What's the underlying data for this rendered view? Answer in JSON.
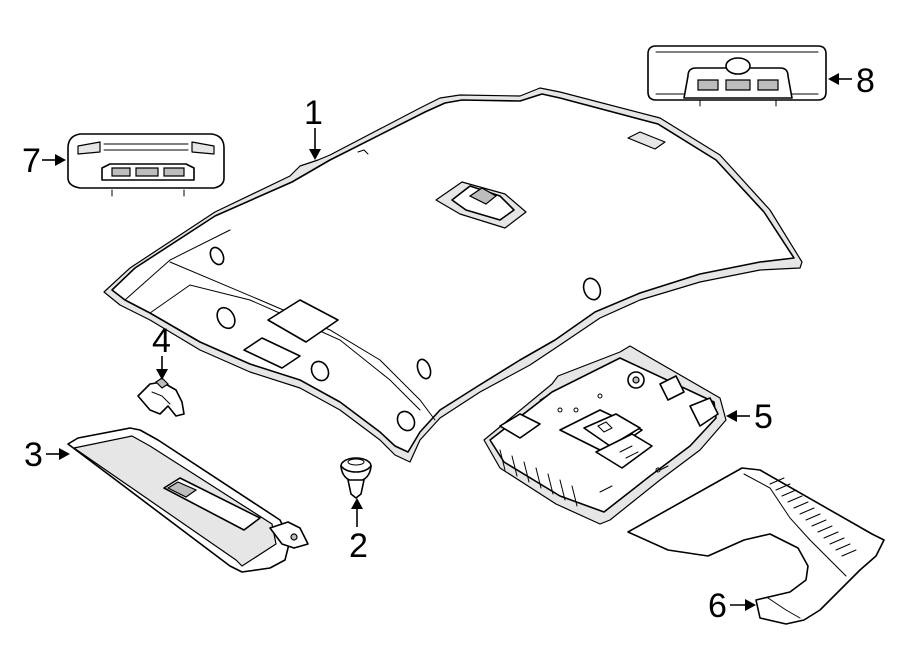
{
  "callouts": [
    {
      "id": "headliner",
      "label": "1"
    },
    {
      "id": "retainer-clip",
      "label": "2"
    },
    {
      "id": "sun-visor",
      "label": "3"
    },
    {
      "id": "visor-bracket",
      "label": "4"
    },
    {
      "id": "overhead-console-base",
      "label": "5"
    },
    {
      "id": "console-trim-panel",
      "label": "6"
    },
    {
      "id": "rear-dome-lamp",
      "label": "7"
    },
    {
      "id": "front-map-lamp",
      "label": "8"
    }
  ],
  "colors": {
    "line": "#000000",
    "fill": "#ffffff",
    "shade": "#e6e6e6"
  }
}
